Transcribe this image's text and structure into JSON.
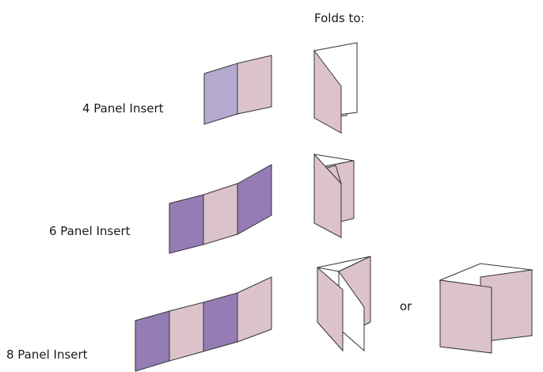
{
  "header": {
    "folds_to": "Folds to:"
  },
  "rows": [
    {
      "label": "4 Panel Insert"
    },
    {
      "label": "6 Panel Insert"
    },
    {
      "label": "8 Panel Insert",
      "alt_separator": "or"
    }
  ],
  "colors": {
    "panel_light": "#dcc3cb",
    "panel_lavender": "#b5a9d0",
    "panel_purple": "#957cb4",
    "panel_white": "#ffffff",
    "stroke": "#333333"
  }
}
